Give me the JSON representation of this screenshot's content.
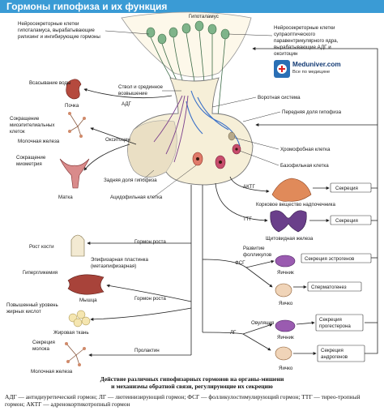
{
  "title": "Гормоны гипофиза и их функция",
  "logo": {
    "name": "Meduniver.com",
    "tagline": "Все по медицине"
  },
  "labels": {
    "hypothalamus": "Гипоталамус",
    "neurosecretory_left_1": "Нейросекреторные клетки",
    "neurosecretory_left_2": "гипоталамуса, вырабатывающие",
    "neurosecretory_left_3": "рилизинг и ингибирующие гормоны",
    "neurosecretory_right_1": "Нейросекреторные клетки",
    "neurosecretory_right_2": "супраоптического",
    "neurosecretory_right_3": "паравентрикулярного ядра,",
    "neurosecretory_right_4": "вырабатывающие АДГ и",
    "neurosecretory_right_5": "окситоцин",
    "water_absorption": "Всасывание воды",
    "kidney": "Почка",
    "adh": "АДГ",
    "stalk_1": "Ствол и срединное",
    "stalk_2": "возвышение",
    "portal_system": "Воротная система",
    "anterior_lobe": "Передняя доля гипофиза",
    "myoepithelial_1": "Сокращение",
    "myoepithelial_2": "миоэпителиальных",
    "myoepithelial_3": "клеток",
    "oxytocin": "Окситоцин",
    "mammary_gland": "Молочная железа",
    "chromophobe": "Хромофобная клетка",
    "basophil": "Базофильная клетка",
    "myometrium_1": "Сокращение",
    "myometrium_2": "миометрия",
    "uterus": "Матка",
    "posterior_lobe": "Задняя доля гипофиза",
    "acidophil": "Ацидофильная клетка",
    "acth": "АКТГ",
    "secretion": "Секреция",
    "adrenal_cortex": "Корковое вещество надпочечника",
    "tsh": "ТТГ",
    "thyroid": "Щитовидная железа",
    "bone_growth": "Рост кости",
    "growth_hormone": "Гормон роста",
    "epiphyseal_1": "Эпифизарная пластинка",
    "epiphyseal_2": "(метаэпифизарная)",
    "hyperglycemia": "Гипергликемия",
    "muscle": "Мышца",
    "fatty_acids_1": "Повышенный уровень",
    "fatty_acids_2": "жирных кислот",
    "adipose": "Жировая ткань",
    "follicle_dev_1": "Развитие",
    "follicle_dev_2": "фолликулов",
    "fsh": "ФСГ",
    "estrogen_secretion": "Секреция эстрогенов",
    "ovary": "Яичник",
    "spermatogenesis": "Сперматогенез",
    "testis": "Яичко",
    "ovulation": "Овуляция",
    "lh": "ЛГ",
    "progesterone_1": "Секреция",
    "progesterone_2": "прогестерона",
    "androgen_1": "Секреция",
    "androgen_2": "андрогенов",
    "milk_1": "Секреция",
    "milk_2": "молока",
    "prolactin": "Пролактин"
  },
  "caption_1": "Действие различных гипофизарных гормонов на органы-мишени",
  "caption_2": "и механизмы обратной связи, регулирующие их секрецию",
  "footnote": "АДГ — антидиуретический гормон; ЛГ — лютеинизирующий гормон; ФСГ — фолликулостимулирующий гормон; ТТГ — тирео-тропный гормон; АКТГ — адренокортикотропный гормон",
  "colors": {
    "title_bar": "#3a9bd5",
    "gland": "#f6efd8",
    "neuron_green": "#7fb48a",
    "nerve_purple": "#7a3e8c",
    "vessel_blue": "#3a70c8",
    "arrow": "#222222",
    "organ_red": "#c0504d",
    "adrenal": "#e08a5a",
    "thyroid": "#6a3f8a",
    "ovary": "#9a5bb0",
    "testis": "#f0d4b8"
  }
}
